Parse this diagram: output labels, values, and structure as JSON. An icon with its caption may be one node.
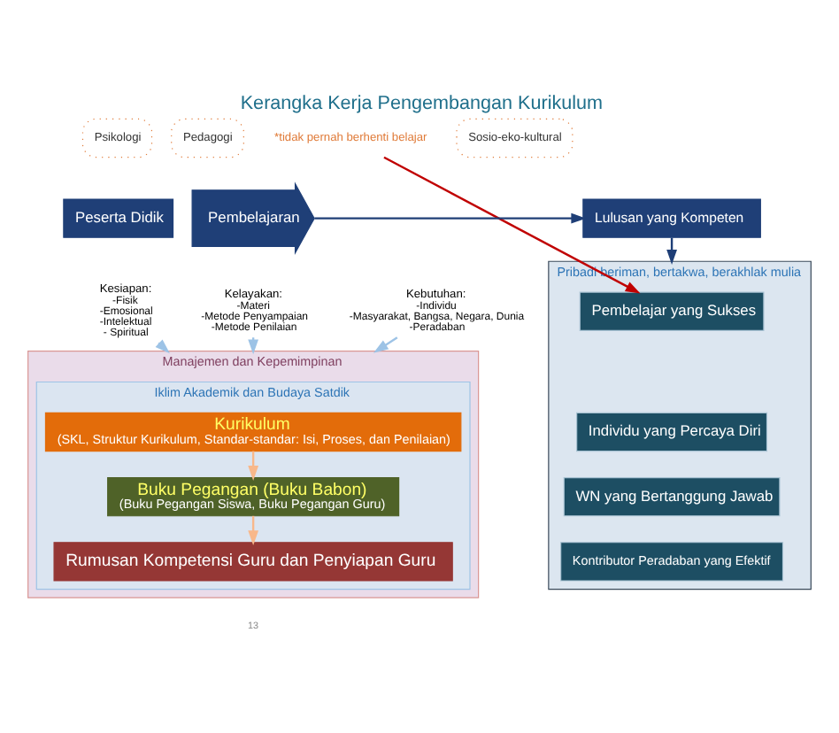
{
  "diagram": {
    "title": "Kerangka Kerja Pengembangan Kurikulum",
    "nodes": [
      {
        "text": [
          "Psikologi"
        ]
      },
      {
        "text": [
          "Pedagogi"
        ]
      },
      {
        "text": [
          "Sosio-eko-kultural"
        ]
      },
      {
        "text": [
          "*tidak pernah berhenti belajar"
        ]
      },
      {
        "text": [
          "Peserta Didik"
        ]
      },
      {
        "text": [
          "Pembelajaran"
        ]
      },
      {
        "text": [
          "Lulusan yang Kompeten"
        ]
      },
      {
        "text": [
          "Pribadi beriman, bertakwa, berakhlak mulia"
        ]
      },
      {
        "text": [
          "Pembelajar yang Sukses"
        ],
        "in": 7
      },
      {
        "text": [
          "Individu yang Percaya Diri"
        ],
        "in": 7
      },
      {
        "text": [
          "WN yang Bertanggung Jawab"
        ],
        "in": 7
      },
      {
        "text": [
          "Kontributor Peradaban yang Efektif"
        ],
        "in": 7
      },
      {
        "text": [
          "Kesiapan:",
          "-Fisik",
          "-Emosional",
          "-Intelektual",
          "- Spiritual"
        ]
      },
      {
        "text": [
          "Kelayakan:",
          "-Materi",
          "-Metode Penyampaian",
          "-Metode Penilaian"
        ]
      },
      {
        "text": [
          "Kebutuhan:",
          "-Individu",
          "-Masyarakat, Bangsa, Negara, Dunia",
          "-Peradaban"
        ]
      },
      {
        "text": [
          "Manajemen dan Kepemimpinan"
        ]
      },
      {
        "text": [
          "Iklim Akademik dan Budaya Satdik"
        ],
        "in": 15
      },
      {
        "text": [
          "Kurikulum",
          "(SKL, Struktur Kurikulum, Standar-standar: Isi, Proses, dan Penilaian)"
        ],
        "in": 16
      },
      {
        "text": [
          "Buku Pegangan (Buku Babon)",
          "(Buku Pegangan Siswa, Buku Pegangan Guru)"
        ],
        "in": 16
      },
      {
        "text": [
          "Rumusan Kompetensi Guru dan Penyiapan Guru"
        ],
        "in": 16
      }
    ],
    "edges": [
      {
        "from": 3,
        "to": 8,
        "arrow": "to",
        "color": "#c00000"
      },
      {
        "from": 5,
        "to": 6,
        "arrow": "to",
        "color": "#1f3f77"
      },
      {
        "from": 6,
        "to": 7,
        "arrow": "to",
        "color": "#1f3f77"
      },
      {
        "from": 12,
        "to": 15,
        "arrow": "to",
        "color": "#9dc3e6"
      },
      {
        "from": 13,
        "to": 15,
        "arrow": "to",
        "color": "#9dc3e6"
      },
      {
        "from": 14,
        "to": 15,
        "arrow": "to",
        "color": "#9dc3e6"
      },
      {
        "from": 17,
        "to": 18,
        "arrow": "to",
        "color": "#f8b88b"
      },
      {
        "from": 18,
        "to": 19,
        "arrow": "to",
        "color": "#f8b88b"
      }
    ],
    "labels": [
      "13"
    ]
  }
}
